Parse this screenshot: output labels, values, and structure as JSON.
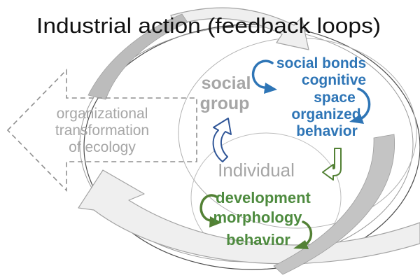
{
  "title": "Industrial action (feedback loops)",
  "colors": {
    "title": "#111111",
    "gray_label": "#A6A6A6",
    "blue": "#2E75B6",
    "blue_dark": "#2F5597",
    "green": "#4E8B3F",
    "green_dark": "#538135"
  },
  "left_arrow": {
    "label": "organizational transformation of ecology",
    "lines": [
      "organizational",
      "transformation",
      "of ecology"
    ]
  },
  "social_group": {
    "label_lines": [
      "social",
      "group"
    ],
    "items": [
      {
        "label": "social bonds",
        "lines": [
          "social bonds"
        ]
      },
      {
        "label": "cognitive space",
        "lines": [
          "cognitive",
          "space"
        ]
      },
      {
        "label": "organized behavior",
        "lines": [
          "organized",
          "behavior"
        ]
      }
    ]
  },
  "individual": {
    "label": "Individual",
    "items": [
      "development",
      "morphology",
      "behavior"
    ]
  }
}
